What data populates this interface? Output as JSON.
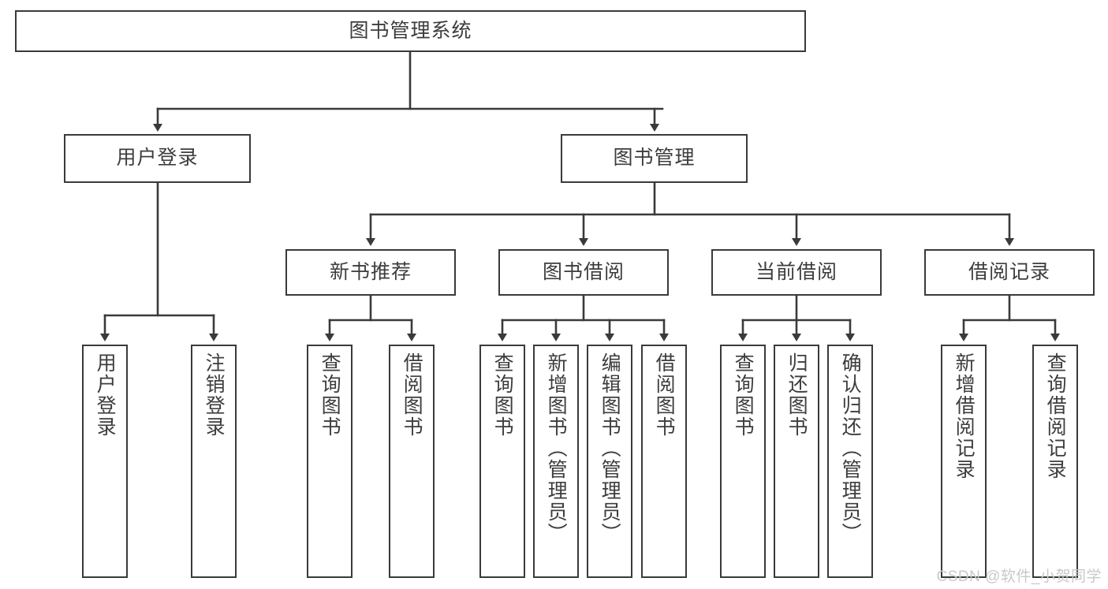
{
  "diagram": {
    "title": "图书管理系统",
    "watermark": "CSDN @软件_小贺同学",
    "root": {
      "label": "图书管理系统"
    },
    "level1": [
      {
        "label": "用户登录"
      },
      {
        "label": "图书管理"
      }
    ],
    "level2": [
      {
        "label": "新书推荐"
      },
      {
        "label": "图书借阅"
      },
      {
        "label": "当前借阅"
      },
      {
        "label": "借阅记录"
      }
    ],
    "leaves": {
      "user_login": [
        {
          "label": "用户登录"
        },
        {
          "label": "注销登录"
        }
      ],
      "new_book": [
        {
          "label": "查询图书"
        },
        {
          "label": "借阅图书"
        }
      ],
      "borrow_book": [
        {
          "label": "查询图书"
        },
        {
          "label": "新增图书（管理员）"
        },
        {
          "label": "编辑图书（管理员）"
        },
        {
          "label": "借阅图书"
        }
      ],
      "current_borrow": [
        {
          "label": "查询图书"
        },
        {
          "label": "归还图书"
        },
        {
          "label": "确认归还（管理员）"
        }
      ],
      "borrow_record": [
        {
          "label": "新增借阅记录"
        },
        {
          "label": "查询借阅记录"
        }
      ]
    },
    "colors": {
      "stroke": "#3a3a3a",
      "text": "#3d3d3d",
      "background": "#ffffff",
      "watermark": "#c9c9c9"
    }
  }
}
